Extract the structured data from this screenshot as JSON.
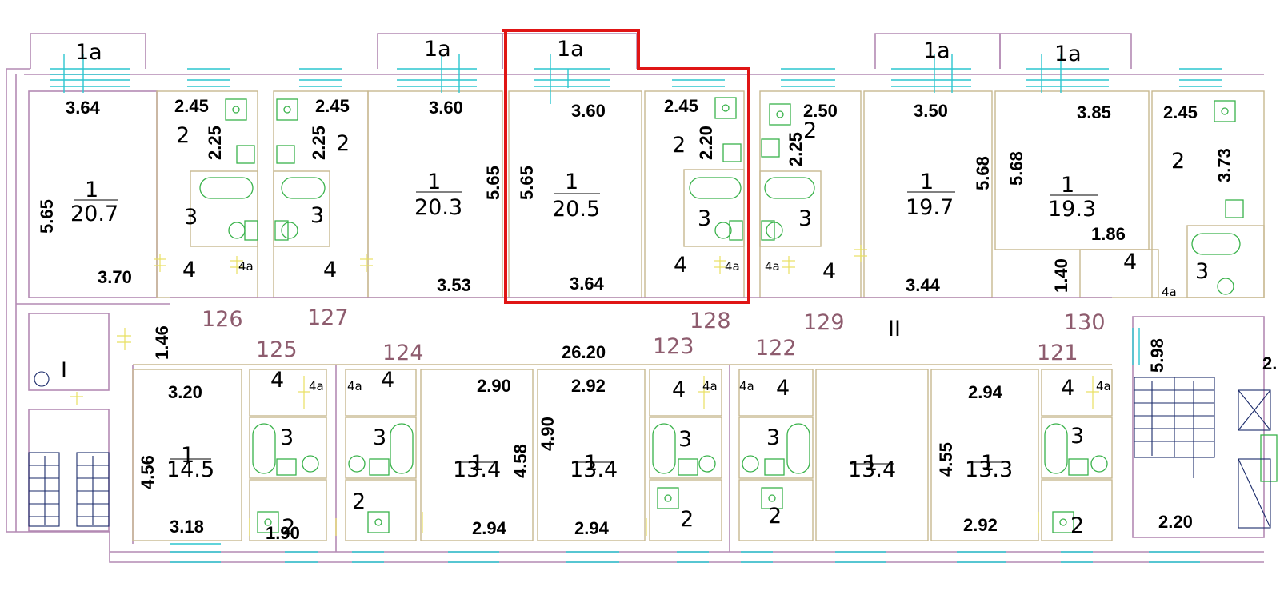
{
  "dims": {
    "d1": "3.64",
    "d2": "2.45",
    "d3": "2.45",
    "d4": "3.60",
    "d5": "3.60",
    "d6": "2.45",
    "d7": "2.50",
    "d8": "3.50",
    "d9": "3.85",
    "d10": "2.45",
    "d11": "5.65",
    "d12": "2.25",
    "d13": "2.25",
    "d14": "5.65",
    "d15": "5.65",
    "d16": "2.20",
    "d17": "2.25",
    "d18": "5.68",
    "d19": "5.68",
    "d20": "3.73",
    "d21": "3.70",
    "d22": "3.53",
    "d23": "3.64",
    "d24": "3.44",
    "d25": "1.86",
    "d26": "1.40",
    "d27": "1.46",
    "d28": "26.20",
    "d29": "5.98",
    "d30": "2.",
    "d31": "3.20",
    "d32": "2.90",
    "d33": "2.92",
    "d34": "2.94",
    "d35": "4.56",
    "d36": "4.58",
    "d37": "4.90",
    "d38": "4.55",
    "d39": "3.18",
    "d40": "1.90",
    "d41": "2.94",
    "d42": "2.94",
    "d43": "2.92",
    "d44": "2.20"
  },
  "rooms": {
    "balcony": "1a",
    "living": "1",
    "kitchen": "2",
    "bath": "3",
    "hall": "4",
    "corridor": "4a",
    "stair_I": "I",
    "stair_II": "II"
  },
  "areas": {
    "a1": "20.7",
    "a2": "20.3",
    "a3": "20.5",
    "a4": "19.7",
    "a5": "19.3",
    "a6": "14.5",
    "a7": "13.4",
    "a8": "13.4",
    "a9": "13.4",
    "a10": "13.3"
  },
  "apartments": {
    "n126": "126",
    "n127": "127",
    "n128": "128",
    "n129": "129",
    "n130": "130",
    "n125": "125",
    "n124": "124",
    "n123": "123",
    "n122": "122",
    "n121": "121"
  }
}
